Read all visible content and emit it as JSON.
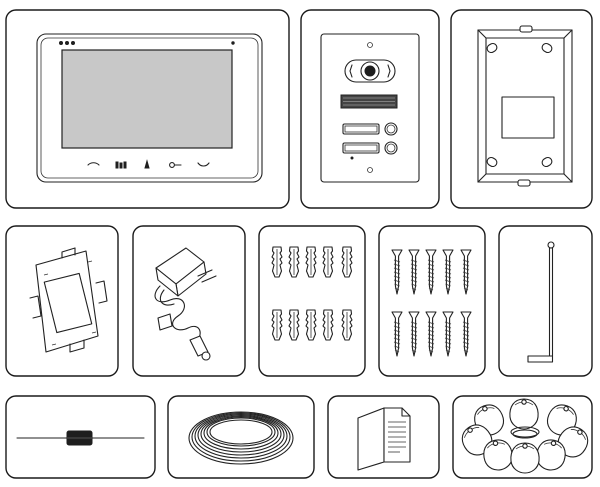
{
  "kit_contents": {
    "items": [
      {
        "name": "indoor-monitor"
      },
      {
        "name": "outdoor-panel"
      },
      {
        "name": "rain-cover-box"
      },
      {
        "name": "monitor-wall-bracket"
      },
      {
        "name": "power-adapter"
      },
      {
        "name": "wall-plugs"
      },
      {
        "name": "screws"
      },
      {
        "name": "hex-key"
      },
      {
        "name": "ferrite-cable"
      },
      {
        "name": "cable-coil"
      },
      {
        "name": "manual-leaflet"
      },
      {
        "name": "rfid-key-fobs"
      }
    ],
    "colors": {
      "outline": "#1a1a1a",
      "screen": "#c8c8c8",
      "background": "#ffffff"
    }
  }
}
